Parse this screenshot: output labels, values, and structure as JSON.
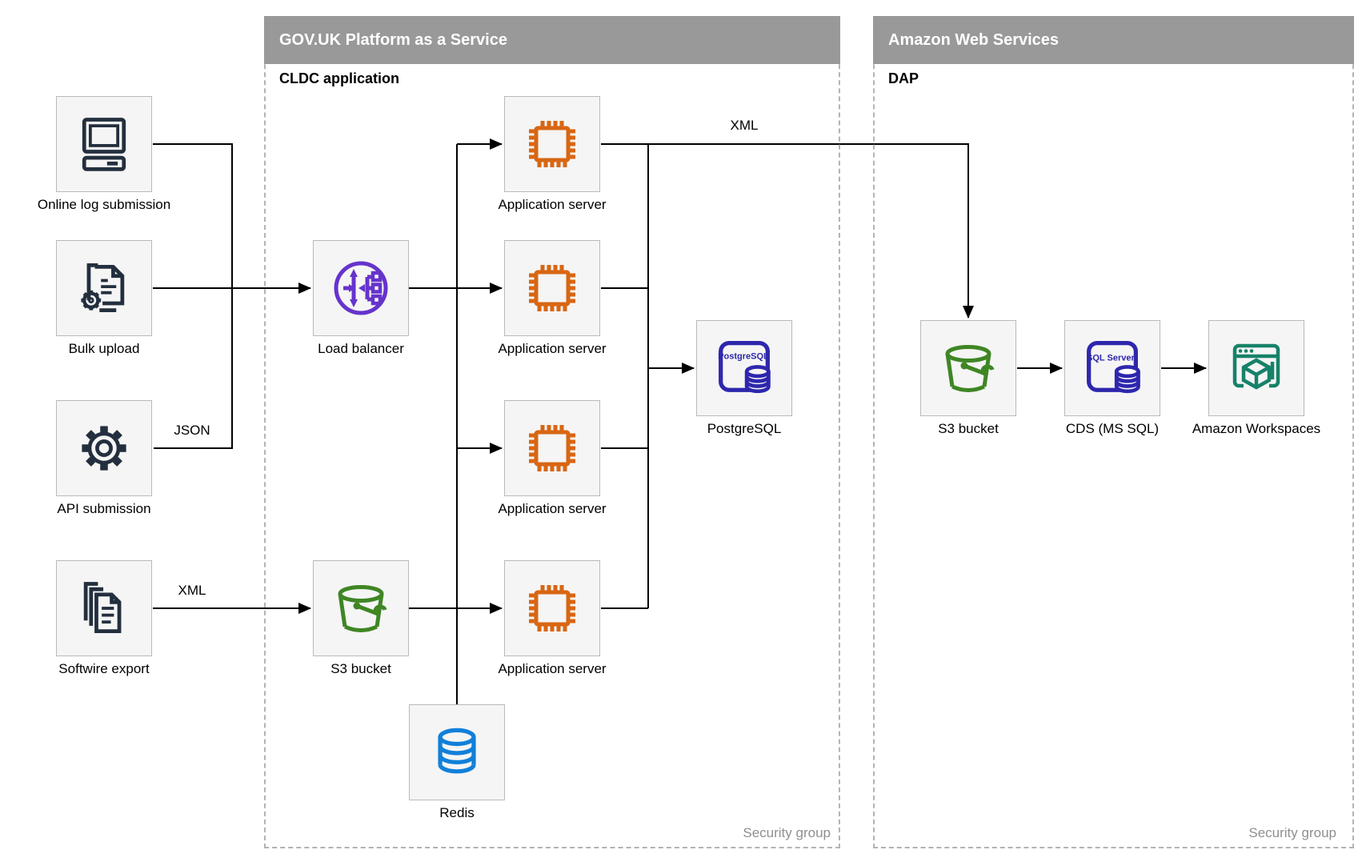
{
  "diagram": {
    "containers": {
      "govuk": {
        "title": "GOV.UK Platform as a Service",
        "sublabel": "CLDC application",
        "security_label": "Security group"
      },
      "aws": {
        "title": "Amazon Web Services",
        "sublabel": "DAP",
        "security_label": "Security group"
      }
    },
    "nodes": {
      "online_log": {
        "label": "Online log submission"
      },
      "bulk_upload": {
        "label": "Bulk upload"
      },
      "api_submission": {
        "label": "API submission"
      },
      "softwire_export": {
        "label": "Softwire export"
      },
      "load_balancer": {
        "label": "Load balancer"
      },
      "s3_paas": {
        "label": "S3 bucket"
      },
      "app_server_1": {
        "label": "Application server"
      },
      "app_server_2": {
        "label": "Application server"
      },
      "app_server_3": {
        "label": "Application server"
      },
      "app_server_4": {
        "label": "Application server"
      },
      "postgresql": {
        "label": "PostgreSQL",
        "icon_text": "PostgreSQL"
      },
      "redis": {
        "label": "Redis"
      },
      "s3_dap": {
        "label": "S3 bucket"
      },
      "cds": {
        "label": "CDS (MS SQL)",
        "icon_text": "SQL Server"
      },
      "workspaces": {
        "label": "Amazon Workspaces"
      }
    },
    "edge_labels": {
      "json": "JSON",
      "xml_softwire": "XML",
      "xml_to_dap": "XML"
    },
    "colors": {
      "header_gray": "#999999",
      "node_fill": "#f5f5f5",
      "node_border": "#b9b9b9",
      "dark_navy": "#232F3E",
      "compute_orange": "#D86613",
      "elb_purple": "#6633CC",
      "s3_green": "#3F8624",
      "database_indigo": "#2E27AD",
      "redis_blue": "#1180D9",
      "workspaces_teal": "#168269",
      "connector_black": "#000000",
      "security_text_gray": "#8f8f8f"
    }
  }
}
